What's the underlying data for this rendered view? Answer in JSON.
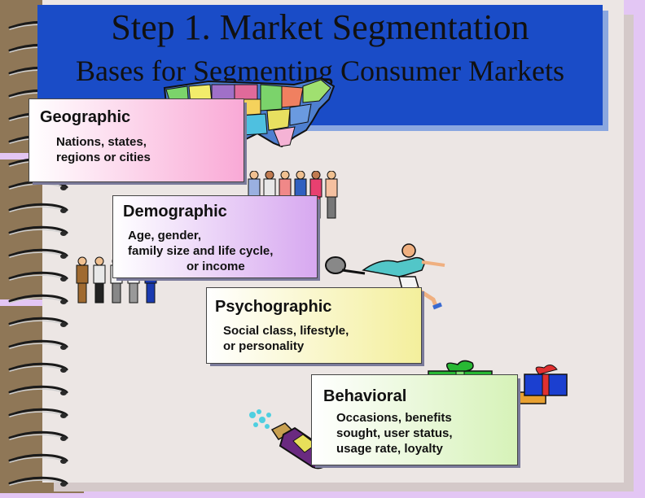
{
  "slide": {
    "title": "Step 1. Market Segmentation",
    "subtitle": "Bases for Segmenting Consumer Markets"
  },
  "segments": [
    {
      "title": "Geographic",
      "desc_lines": [
        "Nations, states,",
        "regions or cities"
      ],
      "color": "#f9a9d6"
    },
    {
      "title": "Demographic",
      "desc_lines": [
        "Age, gender,",
        "family size and life cycle,",
        "or income"
      ],
      "color": "#d7a8f0"
    },
    {
      "title": "Psychographic",
      "desc_lines": [
        "Social class, lifestyle,",
        "or personality"
      ],
      "color": "#f4ef9c"
    },
    {
      "title": "Behavioral",
      "desc_lines": [
        "Occasions, benefits",
        "sought, user status,",
        "usage rate, loyalty"
      ],
      "color": "#d6f2b8"
    }
  ],
  "clipart": [
    "us-map",
    "business-people",
    "family-people",
    "tennis-player",
    "gift-boxes",
    "champagne-bottle"
  ],
  "colors": {
    "title_bg": "#1a4cc7",
    "background": "#e3c6f4",
    "page": "#ece6e4",
    "cover": "#8f7757"
  }
}
